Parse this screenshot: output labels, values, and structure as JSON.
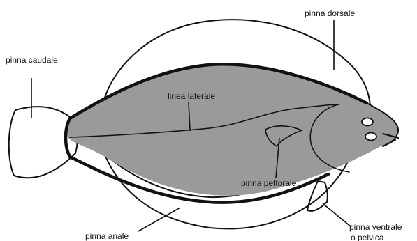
{
  "labels": {
    "caudal_fin": "pinna caudale",
    "dorsal_fin": "pinna dorsale",
    "lateral_line": "linea  laterale",
    "pectoral_fin": "pinna pettorale",
    "anal_fin": "pinna anale",
    "ventral_fin_line1": "pinna  ventrale",
    "ventral_fin_line2": "o  pelvica"
  },
  "colors": {
    "fish_fill": "#9a9a9a",
    "outline": "#111111",
    "background": "#ffffff",
    "eye": "#ffffff"
  }
}
